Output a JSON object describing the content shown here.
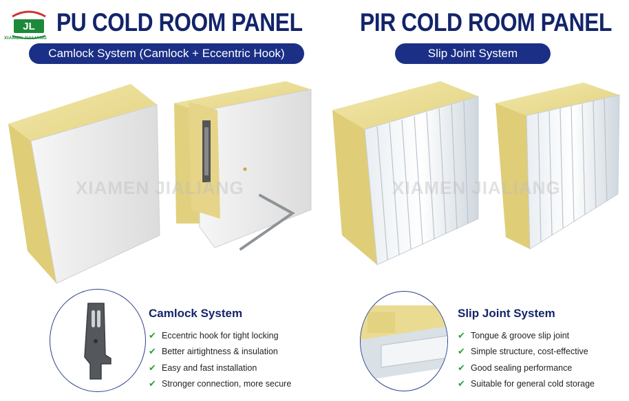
{
  "brand": {
    "name": "XIAMEN JIALIANG",
    "logo_icon": "jl-logo-icon",
    "colors": {
      "navy": "#12246a",
      "pill": "#1b2f86",
      "green": "#1d8a3a",
      "foam": "#efe3a0"
    }
  },
  "left": {
    "title": "PU COLD ROOM PANEL",
    "subtitle": "Camlock System (Camlock + Eccentric Hook)",
    "watermark": "XIAMEN JIALIANG",
    "feature": {
      "heading": "Camlock System",
      "items": [
        "Eccentric hook for tight locking",
        "Better airtightness & insulation",
        "Easy and fast installation",
        "Stronger connection, more secure"
      ]
    }
  },
  "right": {
    "title": "PIR COLD ROOM PANEL",
    "subtitle": "Slip Joint System",
    "watermark": "XIAMEN JIALIANG",
    "feature": {
      "heading": "Slip Joint System",
      "items": [
        "Tongue & groove slip joint",
        "Simple structure, cost-effective",
        "Good sealing performance",
        "Suitable for general cold storage"
      ]
    }
  },
  "check_icon": "✔"
}
